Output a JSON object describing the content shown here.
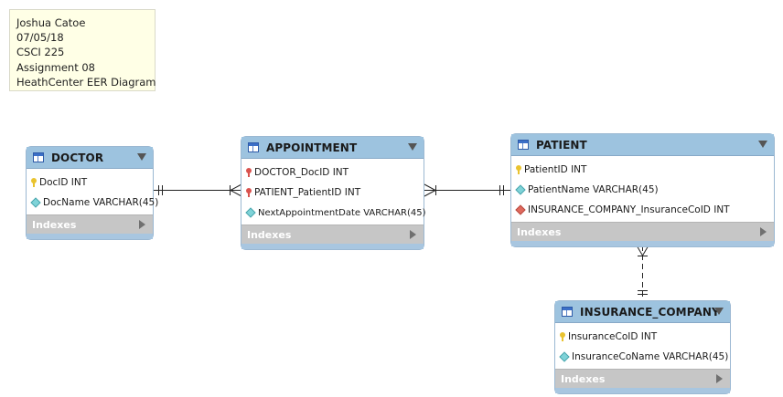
{
  "note": {
    "lines": [
      "Joshua Catoe",
      "07/05/18",
      "CSCI 225",
      "Assignment 08",
      "HeathCenter EER Diagram"
    ]
  },
  "tables": {
    "doctor": {
      "name": "DOCTOR",
      "columns": [
        {
          "icon": "primary-key-icon",
          "text": "DocID INT"
        },
        {
          "icon": "attribute-diamond-icon",
          "text": "DocName VARCHAR(45)"
        }
      ],
      "indexes_label": "Indexes"
    },
    "appointment": {
      "name": "APPOINTMENT",
      "columns": [
        {
          "icon": "foreign-key-icon",
          "text": "DOCTOR_DocID INT"
        },
        {
          "icon": "foreign-key-icon",
          "text": "PATIENT_PatientID INT"
        },
        {
          "icon": "attribute-diamond-icon",
          "text": "NextAppointmentDate VARCHAR(45)"
        }
      ],
      "indexes_label": "Indexes"
    },
    "patient": {
      "name": "PATIENT",
      "columns": [
        {
          "icon": "primary-key-icon",
          "text": "PatientID INT"
        },
        {
          "icon": "attribute-diamond-icon",
          "text": "PatientName VARCHAR(45)"
        },
        {
          "icon": "foreign-key-diamond-icon",
          "text": "INSURANCE_COMPANY_InsuranceCoID INT"
        }
      ],
      "indexes_label": "Indexes"
    },
    "insurance_company": {
      "name": "INSURANCE_COMPANY",
      "columns": [
        {
          "icon": "primary-key-icon",
          "text": "InsuranceCoID INT"
        },
        {
          "icon": "attribute-diamond-icon",
          "text": "InsuranceCoName VARCHAR(45)"
        }
      ],
      "indexes_label": "Indexes"
    }
  },
  "colors": {
    "header": "#9dc3df",
    "indexes_bar": "#c6c6c6",
    "note_background": "#ffffe6",
    "primary_key": "#e9c32f",
    "foreign_key": "#d9534f",
    "attribute": "#7fd3d8"
  }
}
